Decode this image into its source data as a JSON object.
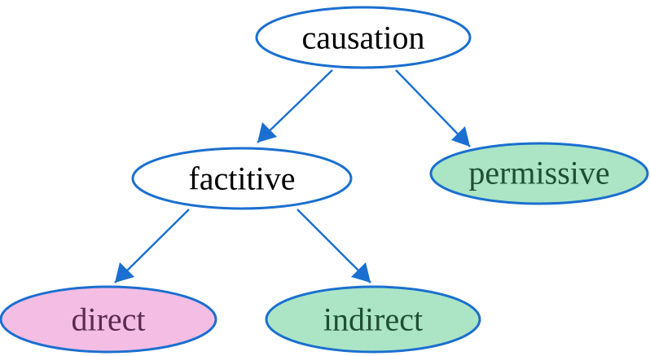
{
  "colors": {
    "stroke": "#1a6fd0",
    "arrow": "#1a6fd0",
    "node_plain_fill": "#ffffff",
    "node_green_fill": "#abe5c5",
    "node_pink_fill": "#f3bde4",
    "text_dark": "#000000",
    "text_green": "#1f4f33",
    "text_pink": "#5a2a4f"
  },
  "nodes": {
    "causation": {
      "label": "causation"
    },
    "factitive": {
      "label": "factitive"
    },
    "permissive": {
      "label": "permissive"
    },
    "direct": {
      "label": "direct"
    },
    "indirect": {
      "label": "indirect"
    }
  },
  "edges": [
    {
      "from": "causation",
      "to": "factitive"
    },
    {
      "from": "causation",
      "to": "permissive"
    },
    {
      "from": "factitive",
      "to": "direct"
    },
    {
      "from": "factitive",
      "to": "indirect"
    }
  ]
}
